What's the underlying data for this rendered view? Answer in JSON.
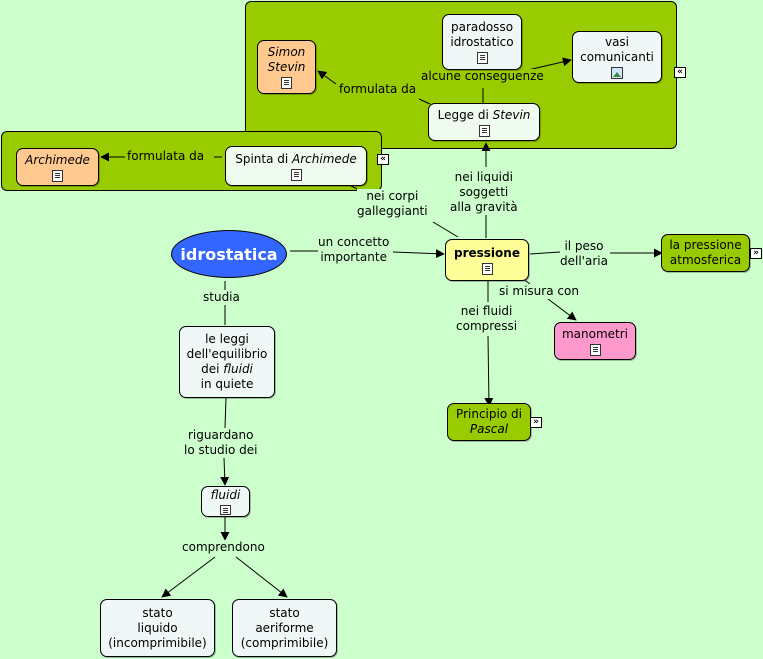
{
  "nodes": {
    "idrostatica": "idrostatica",
    "pressione": "pressione",
    "leggi": [
      "le leggi",
      "dell'equilibrio",
      "dei",
      "fluidi",
      "in quiete"
    ],
    "fluidi": "fluidi",
    "stato_liquido": [
      "stato",
      "liquido",
      "(incomprimibile)"
    ],
    "stato_aeriforme": [
      "stato",
      "aeriforme",
      "(comprimibile)"
    ],
    "pressione_atmosferica": [
      "la pressione",
      "atmosferica"
    ],
    "manometri": "manometri",
    "principio_pascal": [
      "Principio di",
      "Pascal"
    ],
    "legge_stevin": [
      "Legge di ",
      "Stevin"
    ],
    "spinta_archimede": [
      "Spinta di ",
      "Archimede"
    ],
    "archimede": "Archimede",
    "simon_stevin": [
      "Simon",
      "Stevin"
    ],
    "paradosso": [
      "paradosso",
      "idrostatico"
    ],
    "vasi": [
      "vasi",
      "comunicanti"
    ]
  },
  "links": {
    "studia": "studia",
    "concetto": [
      "un concetto",
      "importante"
    ],
    "riguardano": [
      "riguardano",
      "lo studio dei"
    ],
    "comprendono": "comprendono",
    "peso_aria": [
      "il peso",
      "dell'aria"
    ],
    "misura": "si misura con",
    "compressi": [
      "nei fluidi",
      "compressi"
    ],
    "liquidi_gravita": [
      "nei liquidi",
      "soggetti",
      "alla gravità"
    ],
    "corpi_galleggianti": [
      "nei corpi",
      "galleggianti"
    ],
    "formulata_archimede": "formulata da",
    "formulata_stevin": "formulata da",
    "conseguenze": "alcune conseguenze"
  },
  "icons": {
    "expand": "expand-icon",
    "document": "document-icon",
    "image": "image-icon"
  },
  "colors": {
    "background": "#ccffcc",
    "group": "#99cc00",
    "idrostatica": "#3366ff",
    "pressione": "#ffff99",
    "manometri": "#ff99cc",
    "person": "#ffc98f"
  }
}
